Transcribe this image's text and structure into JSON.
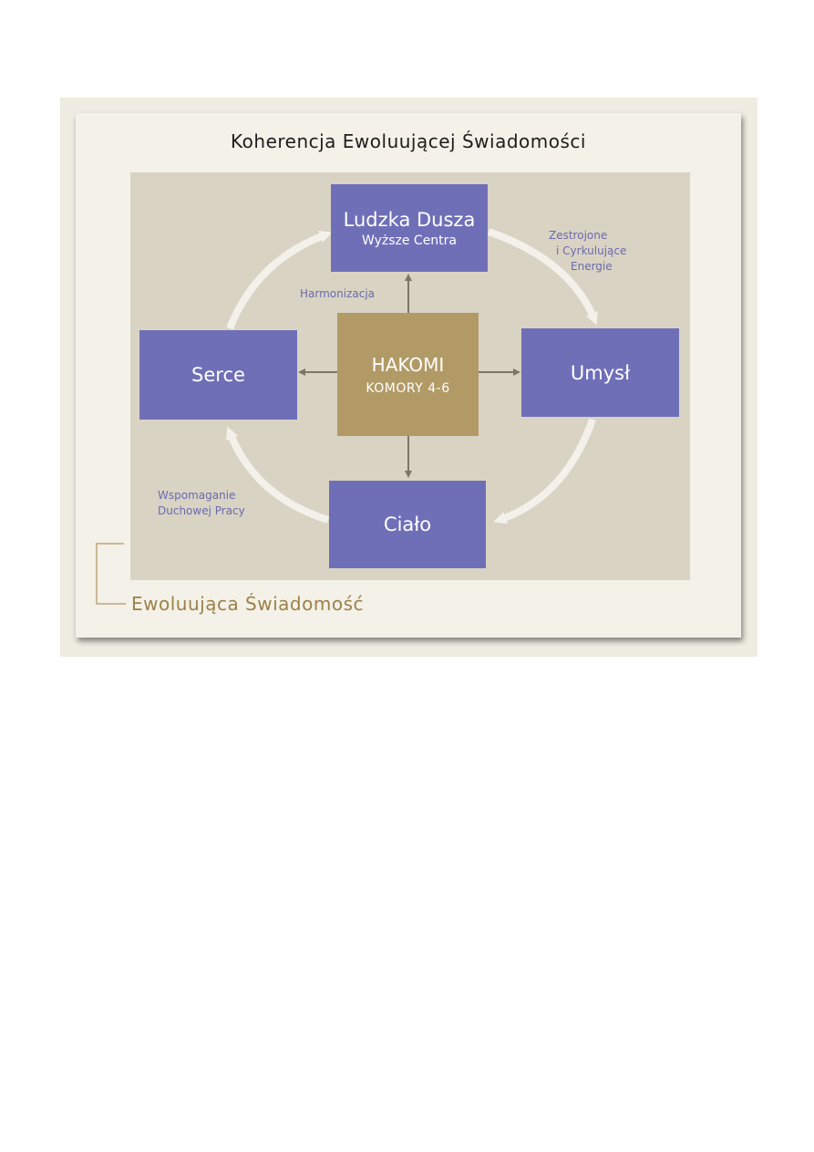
{
  "diagram": {
    "title": "Koherencja Ewoluującej Świadomości",
    "footer": "Ewoluująca Świadomość",
    "colors": {
      "node": "#6f6fb8",
      "center": "#b29a66",
      "annotation": "#6a6ab0",
      "footer": "#9c8148",
      "arrow": "#7d7565",
      "cycle": "#f3f1ea"
    },
    "nodes": {
      "top": {
        "main": "Ludzka Dusza",
        "sub": "Wyższe Centra"
      },
      "left": {
        "main": "Serce"
      },
      "right": {
        "main": "Umysł"
      },
      "bottom": {
        "main": "Ciało"
      },
      "center": {
        "main": "HAKOMI",
        "sub": "KOMORY 4-6"
      }
    },
    "annotations": {
      "harmonization": "Harmonizacja",
      "energies": [
        "Zestrojone",
        "i Cyrkulujące",
        "Energie"
      ],
      "support": [
        "Wspomaganie",
        "Duchowej Pracy"
      ]
    }
  }
}
